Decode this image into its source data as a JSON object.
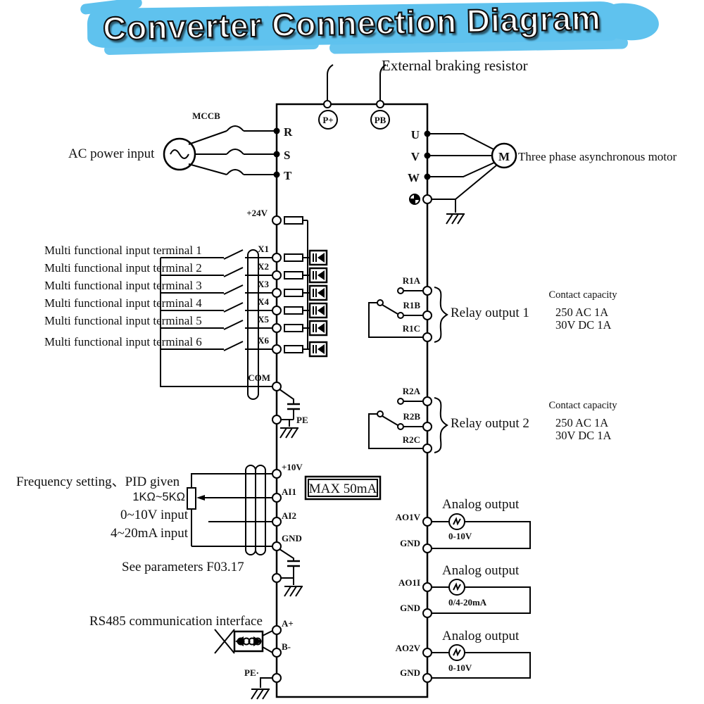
{
  "colors": {
    "brush_blue": "#5fc2ee",
    "line_black": "#000000"
  },
  "title": "Converter Connection Diagram",
  "header": {
    "external_braking_resistor": "External braking resistor"
  },
  "power_input": {
    "label": "AC power input",
    "breaker": "MCCB",
    "terminals": {
      "r": "R",
      "s": "S",
      "t": "T"
    }
  },
  "dc_bus": {
    "p_plus": "P+",
    "pb": "PB"
  },
  "motor_output": {
    "terminals": {
      "u": "U",
      "v": "V",
      "w": "W"
    },
    "motor_symbol": "M",
    "label": "Three phase asynchronous motor"
  },
  "digital_inputs": {
    "supply": "+24V",
    "common": "COM",
    "earth": "PE",
    "labels": [
      "Multi functional input terminal 1",
      "Multi functional input terminal 2",
      "Multi functional input terminal 3",
      "Multi functional input terminal 4",
      "Multi functional input terminal 5",
      "Multi functional input terminal 6"
    ],
    "terminals": [
      "X1",
      "X2",
      "X3",
      "X4",
      "X5",
      "X6"
    ]
  },
  "relay_outputs": [
    {
      "label": "Relay output 1",
      "terminals": [
        "R1A",
        "R1B",
        "R1C"
      ],
      "capacity_title": "Contact capacity",
      "capacity_lines": [
        "250 AC 1A",
        "30V DC 1A"
      ]
    },
    {
      "label": "Relay output 2",
      "terminals": [
        "R2A",
        "R2B",
        "R2C"
      ],
      "capacity_title": "Contact capacity",
      "capacity_lines": [
        "250 AC 1A",
        "30V DC 1A"
      ]
    }
  ],
  "analog_inputs": {
    "heading": "Frequency setting、PID given",
    "pot_range": "1KΩ~5KΩ",
    "voltage_range": "0~10V input",
    "current_range": "4~20mA input",
    "max_note": "MAX 50mA",
    "parameter_note": "See parameters F03.17",
    "terminals": {
      "p10v": "+10V",
      "ai1": "AI1",
      "ai2": "AI2",
      "gnd": "GND"
    }
  },
  "analog_outputs": [
    {
      "title": "Analog output",
      "terminal": "AO1V",
      "gnd": "GND",
      "range": "0-10V"
    },
    {
      "title": "Analog output",
      "terminal": "AO1I",
      "gnd": "GND",
      "range": "0/4-20mA"
    },
    {
      "title": "Analog output",
      "terminal": "AO2V",
      "gnd": "GND",
      "range": "0-10V"
    }
  ],
  "rs485": {
    "label": "RS485 communication interface",
    "terminals": {
      "a": "A+",
      "b": "B-",
      "pe": "PE·"
    }
  }
}
